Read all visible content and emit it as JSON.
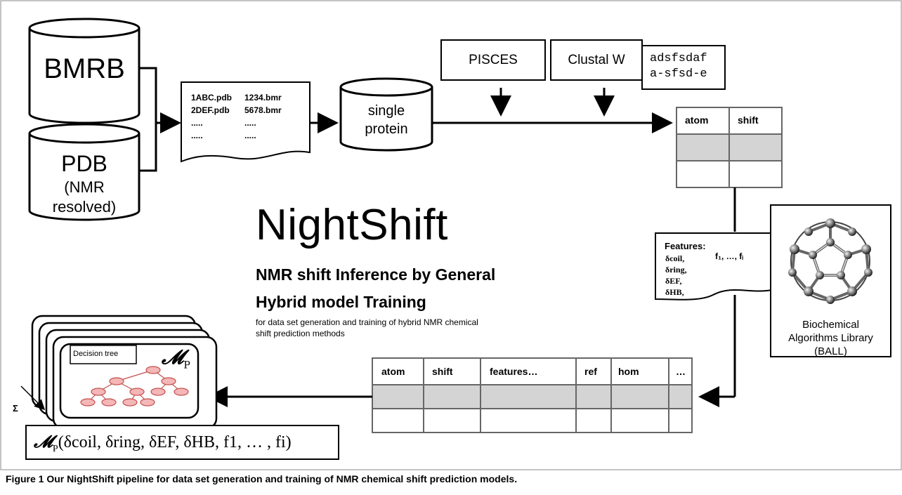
{
  "databases": {
    "bmrb": "BMRB",
    "pdb": "PDB",
    "pdb_sub1": "(NMR",
    "pdb_sub2": "resolved)"
  },
  "file_list": {
    "rows": [
      [
        "1ABC.pdb",
        "1234.bmr"
      ],
      [
        "2DEF.pdb",
        "5678.bmr"
      ],
      [
        ".....",
        "....."
      ],
      [
        ".....",
        "....."
      ]
    ]
  },
  "single_protein": {
    "line1": "single",
    "line2": "protein"
  },
  "tools": {
    "pisces": "PISCES",
    "clustal": "Clustal W",
    "alignment_line1": "adsfsdaf",
    "alignment_line2": "a-sfsd-e"
  },
  "shift_table": {
    "headers": [
      "atom",
      "shift"
    ]
  },
  "features_doc": {
    "title": "Features:",
    "list": "f₁, …, fᵢ",
    "items": [
      "δcoil,",
      "δring,",
      "δEF,",
      "δHB,"
    ]
  },
  "ball": {
    "line1": "Biochemical",
    "line2": "Algorithms Library",
    "line3": "(BALL)"
  },
  "nightshift": {
    "title": "NightShift",
    "subtitle_line1": "NMR shift Inference by General",
    "subtitle_line2": "Hybrid model Training",
    "desc_line1": "for data set generation and training of hybrid NMR chemical",
    "desc_line2": "shift prediction methods"
  },
  "full_table": {
    "headers": [
      "atom",
      "shift",
      "features…",
      "ref",
      "hom",
      "…"
    ]
  },
  "model": {
    "decision_tree": "Decision tree",
    "symbol": "𝓜",
    "subscript": "P",
    "sigma": "Σ",
    "formula": "(δcoil, δring, δEF, δHB, f1, … , fi)"
  },
  "caption": {
    "label": "Figure 1",
    "text": "Our NightShift pipeline for data set generation and training of NMR chemical shift prediction models."
  }
}
